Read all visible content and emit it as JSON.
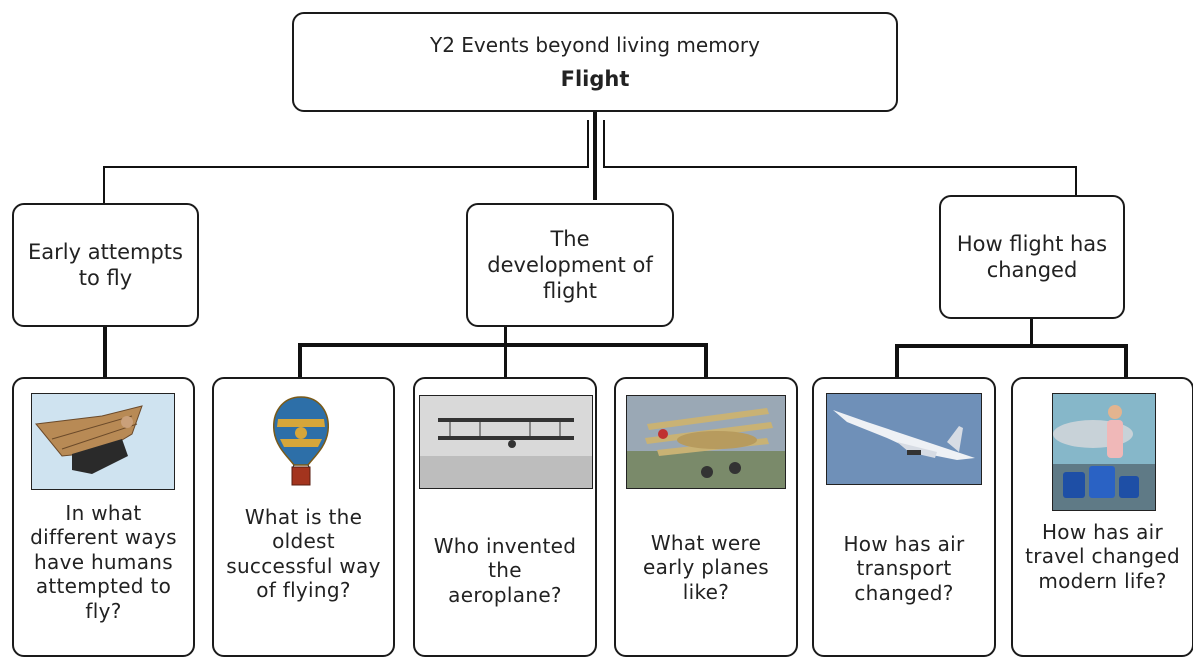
{
  "root": {
    "subtitle": "Y2 Events beyond living memory",
    "title": "Flight"
  },
  "branches": [
    {
      "label": "Early attempts to fly"
    },
    {
      "label": "The development of flight"
    },
    {
      "label": "How flight has changed"
    }
  ],
  "questions": [
    {
      "text": "In what different ways have humans attempted to fly?",
      "image_icon": "ornithopter-icon"
    },
    {
      "text": "What is the oldest successful way of flying?",
      "image_icon": "hot-air-balloon-icon"
    },
    {
      "text": "Who invented the aeroplane?",
      "image_icon": "wright-flyer-icon"
    },
    {
      "text": "What were early planes like?",
      "image_icon": "triplane-icon"
    },
    {
      "text": "How has air transport changed?",
      "image_icon": "concorde-icon"
    },
    {
      "text": "How has air travel changed modern life?",
      "image_icon": "traveller-luggage-icon"
    }
  ]
}
